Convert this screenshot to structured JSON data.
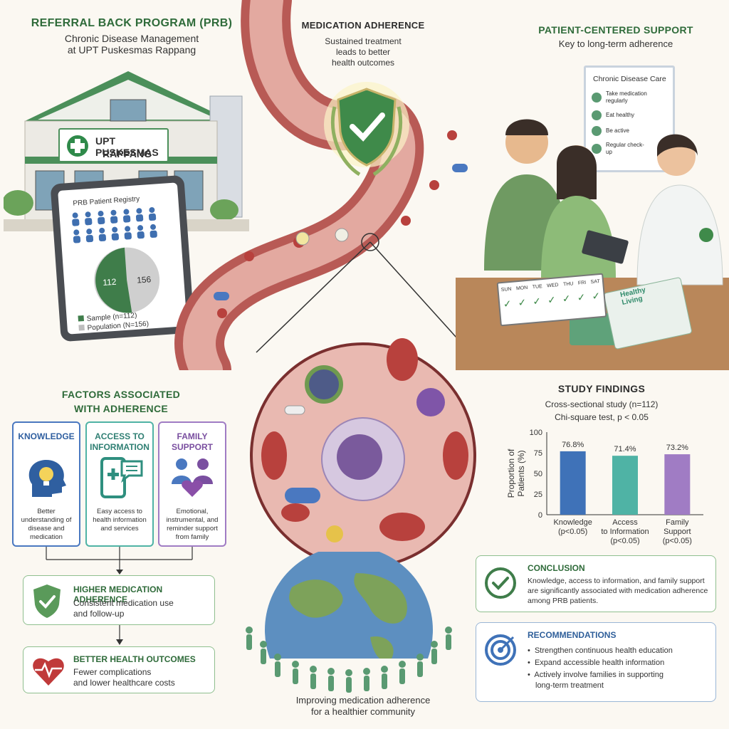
{
  "prb": {
    "title": "REFERRAL BACK PROGRAM (PRB)",
    "subtitle1": "Chronic Disease Management",
    "subtitle2": "at UPT Puskesmas Rappang",
    "building_sign1": "UPT PUSKESMAS",
    "building_sign2": "RAPPANG",
    "registry_title": "PRB Patient Registry",
    "sample_value": "112",
    "population_value": "156",
    "legend_sample": "Sample (n=112)",
    "legend_population": "Population (N=156)"
  },
  "adherence": {
    "title": "MEDICATION ADHERENCE",
    "line1": "Sustained treatment",
    "line2": "leads to better",
    "line3": "health outcomes"
  },
  "support": {
    "title": "PATIENT-CENTERED SUPPORT",
    "subtitle": "Key to long-term adherence",
    "poster_title": "Chronic Disease Care",
    "poster_items": [
      "Take medication regularly",
      "Eat healthy",
      "Be active",
      "Regular check-up"
    ],
    "calendar_days": [
      "SUN",
      "MON",
      "TUE",
      "WED",
      "THU",
      "FRI",
      "SAT"
    ],
    "book_title": "Healthy Living"
  },
  "factors": {
    "title1": "FACTORS ASSOCIATED",
    "title2": "WITH ADHERENCE",
    "cards": [
      {
        "title": "KNOWLEDGE",
        "desc": "Better understanding of disease and medication",
        "color": "#2f5fa0"
      },
      {
        "title": "ACCESS TO INFORMATION",
        "desc": "Easy access to health information and services",
        "color": "#2f8f7f"
      },
      {
        "title": "FAMILY SUPPORT",
        "desc": "Emotional, instrumental, and reminder support from family",
        "color": "#7a4fa0"
      }
    ]
  },
  "outcomes": {
    "higher_title": "HIGHER MEDICATION ADHERENCE",
    "higher_desc1": "Consistent medication use",
    "higher_desc2": "and follow-up",
    "better_title": "BETTER HEALTH OUTCOMES",
    "better_desc1": "Fewer complications",
    "better_desc2": "and lower healthcare costs"
  },
  "findings": {
    "title": "STUDY FINDINGS",
    "line1": "Cross-sectional study (n=112)",
    "line2": "Chi-square test, p < 0.05"
  },
  "chart_data": {
    "type": "bar",
    "categories": [
      "Knowledge (p<0.05)",
      "Access to Information (p<0.05)",
      "Family Support (p<0.05)"
    ],
    "values": [
      76.8,
      71.4,
      73.2
    ],
    "value_labels": [
      "76.8%",
      "71.4%",
      "73.2%"
    ],
    "colors": [
      "#3f72b8",
      "#4fb3a5",
      "#a07cc4"
    ],
    "ylabel": "Proportion of Patients (%)",
    "ylim": [
      0,
      100
    ],
    "yticks": [
      "0",
      "25",
      "50",
      "75",
      "100"
    ]
  },
  "conclusion": {
    "title": "CONCLUSION",
    "line1": "Knowledge, access to information, and family support",
    "line2": "are significantly associated with medication adherence",
    "line3": "among PRB patients."
  },
  "recommendations": {
    "title": "RECOMMENDATIONS",
    "items": [
      "Strengthen continuous health education",
      "Expand accessible health information",
      "Actively involve families in supporting",
      "long-term treatment"
    ]
  },
  "footer": {
    "line1": "Improving medication adherence",
    "line2": "for a healthier community"
  }
}
